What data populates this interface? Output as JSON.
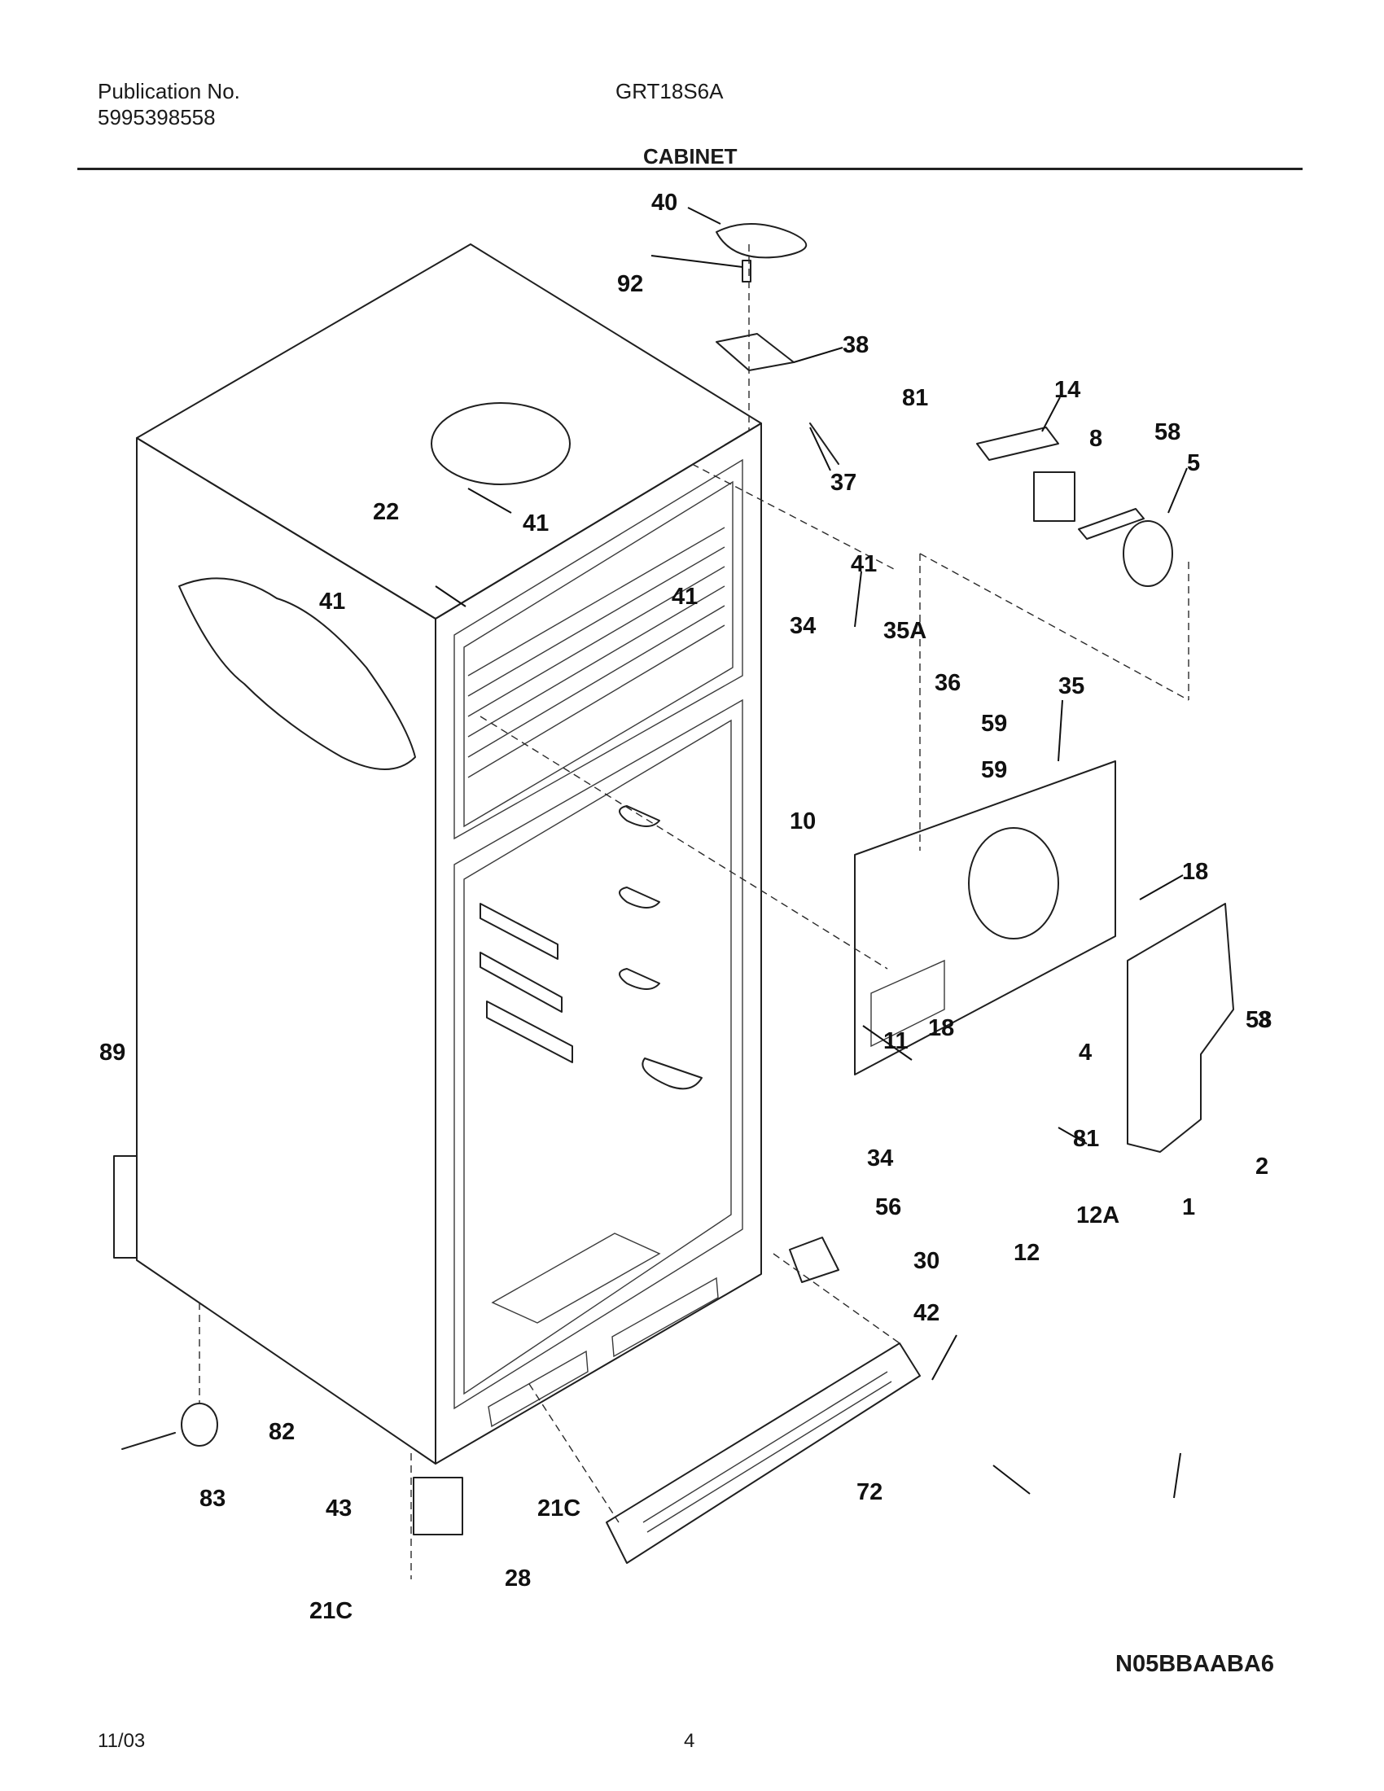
{
  "header": {
    "publication_label": "Publication No.",
    "publication_number": "5995398558",
    "model": "GRT18S6A",
    "section_title": "CABINET"
  },
  "callouts": [
    "40",
    "92",
    "38",
    "81",
    "14",
    "8",
    "58",
    "5",
    "37",
    "22",
    "41",
    "41",
    "41",
    "41",
    "34",
    "35A",
    "36",
    "35",
    "59",
    "10",
    "59",
    "18",
    "11",
    "18",
    "58",
    "4",
    "3",
    "89",
    "81",
    "34",
    "56",
    "2",
    "12A",
    "1",
    "12",
    "30",
    "42",
    "82",
    "83",
    "43",
    "21C",
    "72",
    "28",
    "21C"
  ],
  "footer": {
    "diagram_code": "N05BBAABA6",
    "date": "11/03",
    "page": "4"
  }
}
